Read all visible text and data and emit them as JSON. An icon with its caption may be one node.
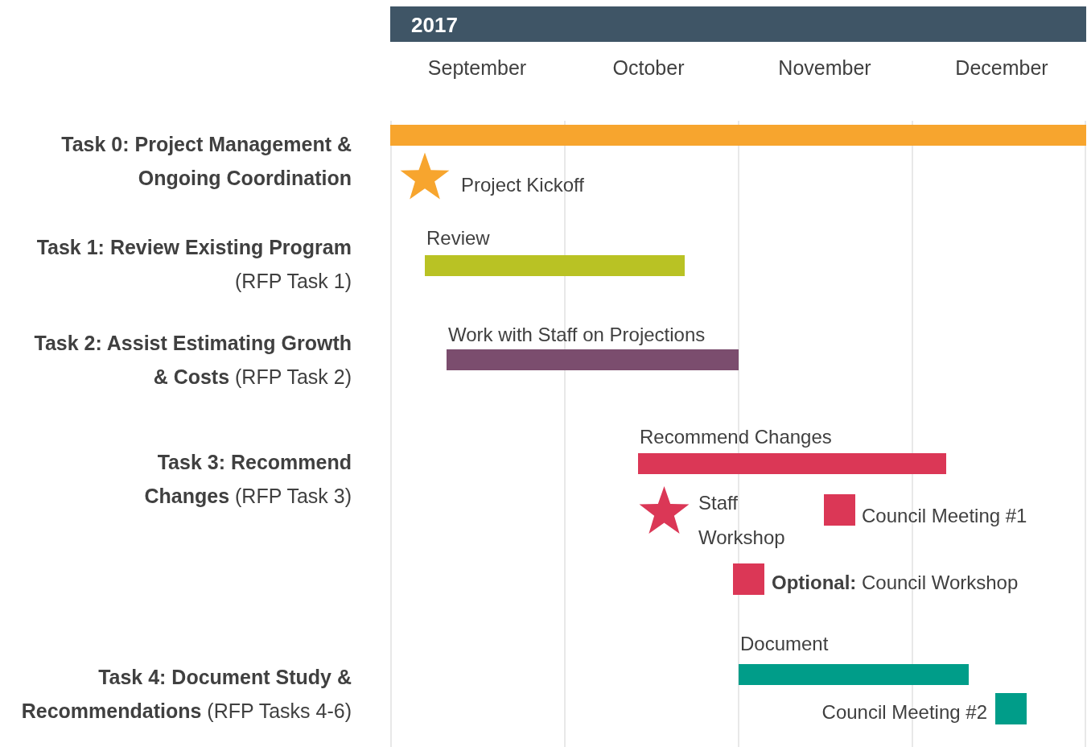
{
  "diagram": {
    "nodes": [
      {
        "text": [],
        "shape": "bar"
      },
      {
        "text": [],
        "shape": "star",
        "beside": [
          "Project Kickoff"
        ]
      },
      {
        "text": [
          "Review"
        ]
      },
      {
        "text": [
          "Work with Staff on Projections"
        ]
      },
      {
        "text": [
          "Recommend Changes"
        ]
      },
      {
        "text": [],
        "shape": "star",
        "beside": [
          "Staff Workshop"
        ]
      },
      {
        "text": [],
        "shape": "box",
        "beside": [
          "Council Meeting #1"
        ]
      },
      {
        "text": [],
        "shape": "box",
        "beside": [
          "**Optional:** Council Workshop"
        ]
      },
      {
        "text": [
          "Document"
        ]
      },
      {
        "text": [],
        "shape": "box",
        "beside": [
          "Council Meeting #2"
        ]
      }
    ],
    "labels": [
      "2017",
      "September",
      "October",
      "November",
      "December",
      "**Task 0: Project Management & Ongoing Coordination**",
      "**Task 1: Review Existing Program** (RFP Task 1)",
      "**Task 2: Assist Estimating Growth & Costs** (RFP Task 2)",
      "**Task 3: Recommend Changes** (RFP Task 3)",
      "**Task 4: Document Study & Recommendations** (RFP Tasks 4-6)"
    ]
  }
}
